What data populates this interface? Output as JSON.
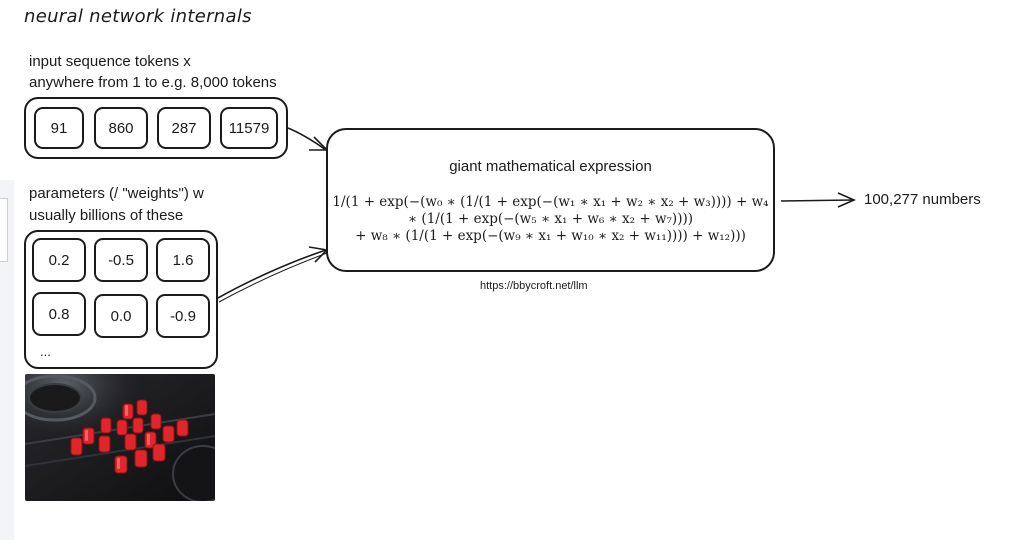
{
  "title": "neural network internals",
  "input": {
    "label_line1": "input sequence tokens x",
    "label_line2": "anywhere from 1 to e.g. 8,000 tokens",
    "tokens": [
      "91",
      "860",
      "287",
      "11579"
    ]
  },
  "parameters": {
    "label_line1": "parameters (/ \"weights\") w",
    "label_line2": "usually billions of these",
    "row1": [
      "0.2",
      "-0.5",
      "1.6"
    ],
    "row2": [
      "0.8",
      "0.0",
      "-0.9"
    ],
    "ellipsis": "..."
  },
  "expression": {
    "title": "giant mathematical expression",
    "line1": "1/(1 + exp(−(w₀ ∗ (1/(1 + exp(−(w₁ ∗ x₁ + w₂ ∗ x₂ + w₃)))) + w₄",
    "line2": "∗ (1/(1 + exp(−(w₅ ∗ x₁ + w₆ ∗ x₂ + w₇))))",
    "line3": "+ w₈ ∗ (1/(1 + exp(−(w₉ ∗ x₁ + w₁₀ ∗ x₂ + w₁₁)))) + w₁₂)))"
  },
  "source_url": "https://bbycroft.net/llm",
  "output": "100,277 numbers",
  "colors": {
    "ink": "#1b1b1b",
    "knob_red": "#e0262a",
    "panel_dark": "#1c1c1e"
  }
}
